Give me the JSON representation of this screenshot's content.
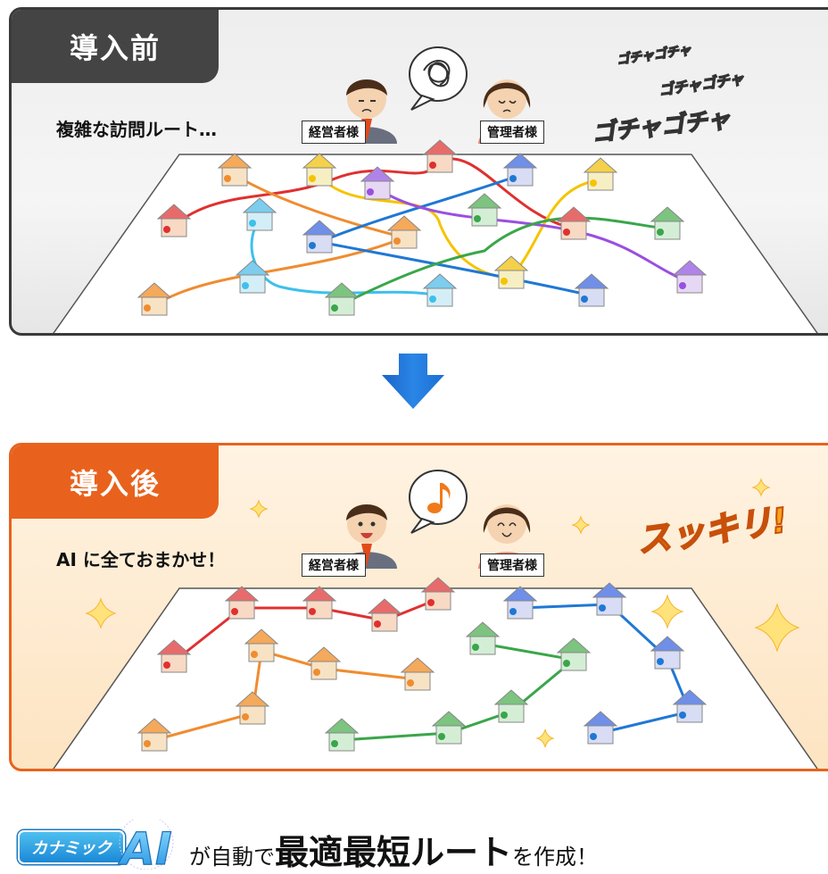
{
  "before": {
    "tab_label": "導入前",
    "caption": "複雑な訪問ルート…",
    "manager_label": "経営者様",
    "admin_label": "管理者様",
    "gocha_texts": [
      "ゴチャゴチャ",
      "ゴチャゴチャ",
      "ゴチャゴチャ"
    ],
    "bubble_icon": "scribble-icon"
  },
  "after": {
    "tab_label": "導入後",
    "caption": "AI に全ておまかせ！",
    "manager_label": "経営者様",
    "admin_label": "管理者様",
    "exclaim": "スッキリ!",
    "bubble_icon": "music-note-icon"
  },
  "arrow_icon": "down-arrow-icon",
  "bottom": {
    "brand": "カナミック",
    "brand_ai": "AI",
    "text_pre": "が自動で",
    "text_big": "最適最短ルート",
    "text_post": "を作成！"
  },
  "colors": {
    "red": "#e03030",
    "orange": "#f08c30",
    "yellow": "#f5c400",
    "blue": "#1f78d4",
    "sky": "#3ec0ec",
    "purple": "#9a4fe0",
    "green": "#3aa64a",
    "before_border": "#3a3a3a",
    "after_border": "#e8621d"
  }
}
